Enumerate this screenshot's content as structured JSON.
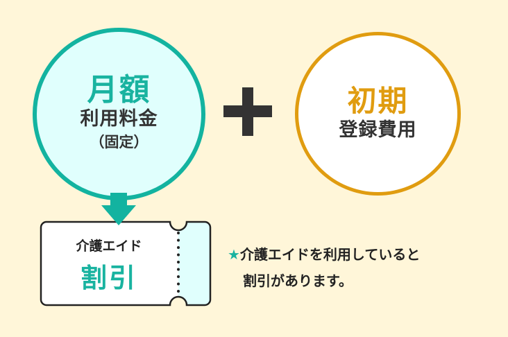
{
  "colors": {
    "background": "#fff6d9",
    "teal_accent": "#13b3a0",
    "teal_fill": "#e0fffd",
    "orange_accent": "#e09c10",
    "text_dark": "#333333"
  },
  "monthly_fee": {
    "title": "月額",
    "subtitle": "利用料金",
    "note": "（固定）"
  },
  "operator": {
    "symbol": "+",
    "icon": "plus-icon"
  },
  "initial_fee": {
    "title": "初期",
    "subtitle": "登録費用"
  },
  "arrow": {
    "icon": "arrow-down-icon"
  },
  "discount_ticket": {
    "label": "介護エイド",
    "value": "割引"
  },
  "footnote": {
    "star": "★",
    "line1": "介護エイドを利用していると",
    "line2": "割引があります。"
  }
}
